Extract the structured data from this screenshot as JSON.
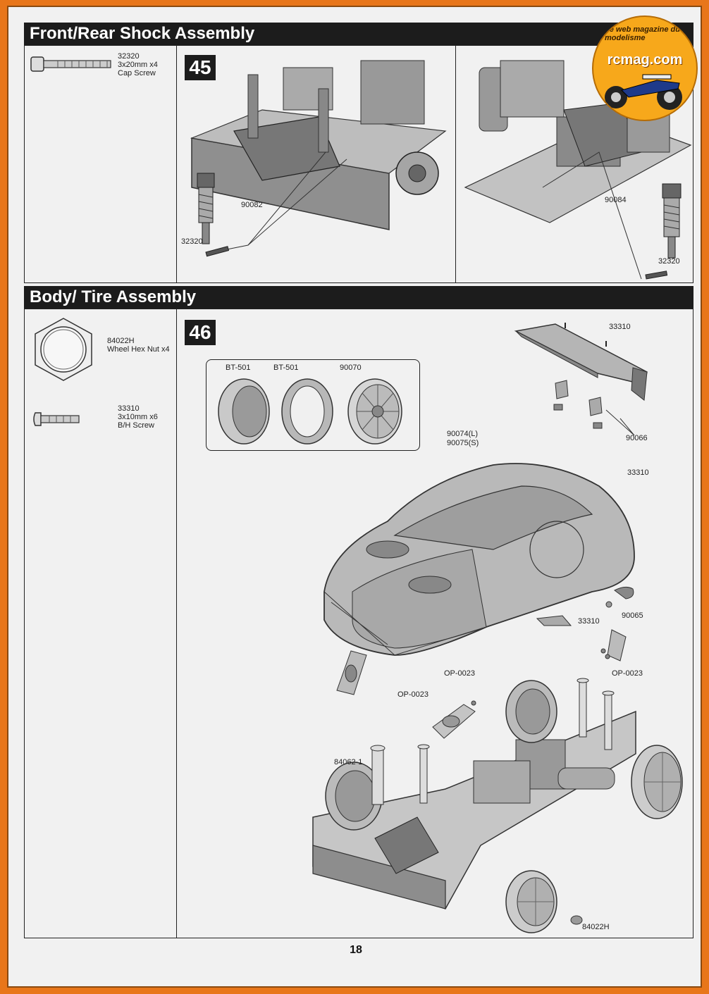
{
  "sections": {
    "shock": {
      "title": "Front/Rear Shock Assembly",
      "step": "45"
    },
    "body": {
      "title": "Body/ Tire Assembly",
      "step": "46"
    }
  },
  "parts_45": {
    "code": "32320",
    "desc1": "3x20mm x4",
    "desc2": "Cap Screw"
  },
  "parts_46": [
    {
      "code": "84022H",
      "desc1": "Wheel Hex Nut x4",
      "desc2": ""
    },
    {
      "code": "33310",
      "desc1": "3x10mm x6",
      "desc2": "B/H Screw"
    }
  ],
  "callouts_45": {
    "front_shock": "90082",
    "front_screw": "32320",
    "rear_shock": "90084",
    "rear_screw": "32320"
  },
  "callouts_46": {
    "tire1": "BT-501",
    "tire2": "BT-501",
    "wheel": "90070",
    "wing_screw": "33310",
    "wing_mount": "90066",
    "body_l": "90074(L)",
    "body_s": "90075(S)",
    "body_screw": "33310",
    "mirror_screw": "33310",
    "mirror": "90065",
    "clip_right": "OP-0023",
    "clip_left": "OP-0023",
    "clip_top": "OP-0023",
    "body_post": "84062-1",
    "wheel_nut": "84022H"
  },
  "page_number": "18",
  "logo": {
    "title": "rcmag.com",
    "tagline": "Le web magazine du modelisme"
  }
}
